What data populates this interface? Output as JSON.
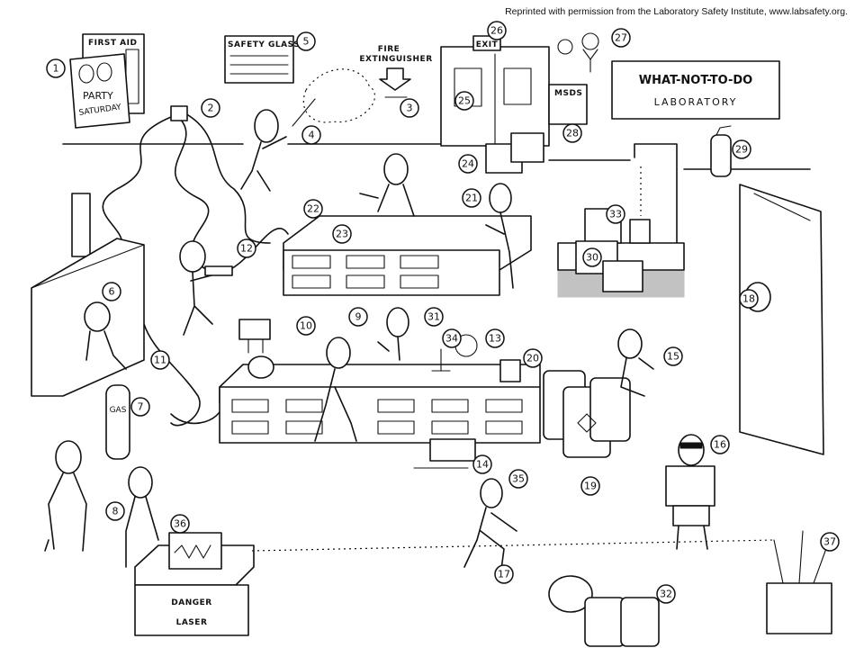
{
  "credit": "Reprinted with permission from the Laboratory Safety Institute, www.labsafety.org.",
  "signs": {
    "first_aid": "FIRST AID",
    "party_1": "PARTY",
    "party_2": "SATURDAY",
    "safety_glasses": "SAFETY GLASSES",
    "fire_ext_1": "FIRE",
    "fire_ext_2": "EXTINGUISHER",
    "exit": "EXIT",
    "msds": "MSDS",
    "title_1": "WHAT-NOT-TO-DO",
    "title_2": "LABORATORY",
    "gas": "GAS",
    "danger": "DANGER",
    "laser": "LASER"
  },
  "markers": {
    "m1": "1",
    "m2": "2",
    "m3": "3",
    "m4": "4",
    "m5": "5",
    "m6": "6",
    "m7": "7",
    "m8": "8",
    "m9": "9",
    "m10": "10",
    "m11": "11",
    "m12": "12",
    "m13": "13",
    "m14": "14",
    "m15": "15",
    "m16": "16",
    "m17": "17",
    "m18": "18",
    "m19": "19",
    "m20": "20",
    "m21": "21",
    "m22": "22",
    "m23": "23",
    "m24": "24",
    "m25": "25",
    "m26": "26",
    "m27": "27",
    "m28": "28",
    "m29": "29",
    "m30": "30",
    "m31": "31",
    "m32": "32",
    "m33": "33",
    "m34": "34",
    "m35": "35",
    "m36": "36",
    "m37": "37"
  }
}
